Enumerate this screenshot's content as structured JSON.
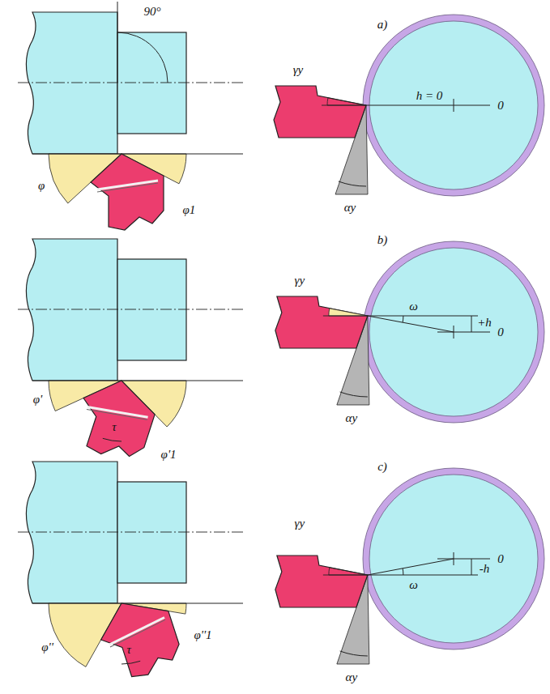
{
  "diagram": {
    "labels": [
      "90°",
      "φ",
      "φ1",
      "a)",
      "γy",
      "h = 0",
      "0",
      "αy",
      "τ",
      "φ'",
      "φ'1",
      "b)",
      "γy",
      "ω",
      "+h",
      "0",
      "αy",
      "τ",
      "φ''",
      "φ''1",
      "c)",
      "γy",
      "ω",
      "-h",
      "0",
      "αy"
    ]
  }
}
